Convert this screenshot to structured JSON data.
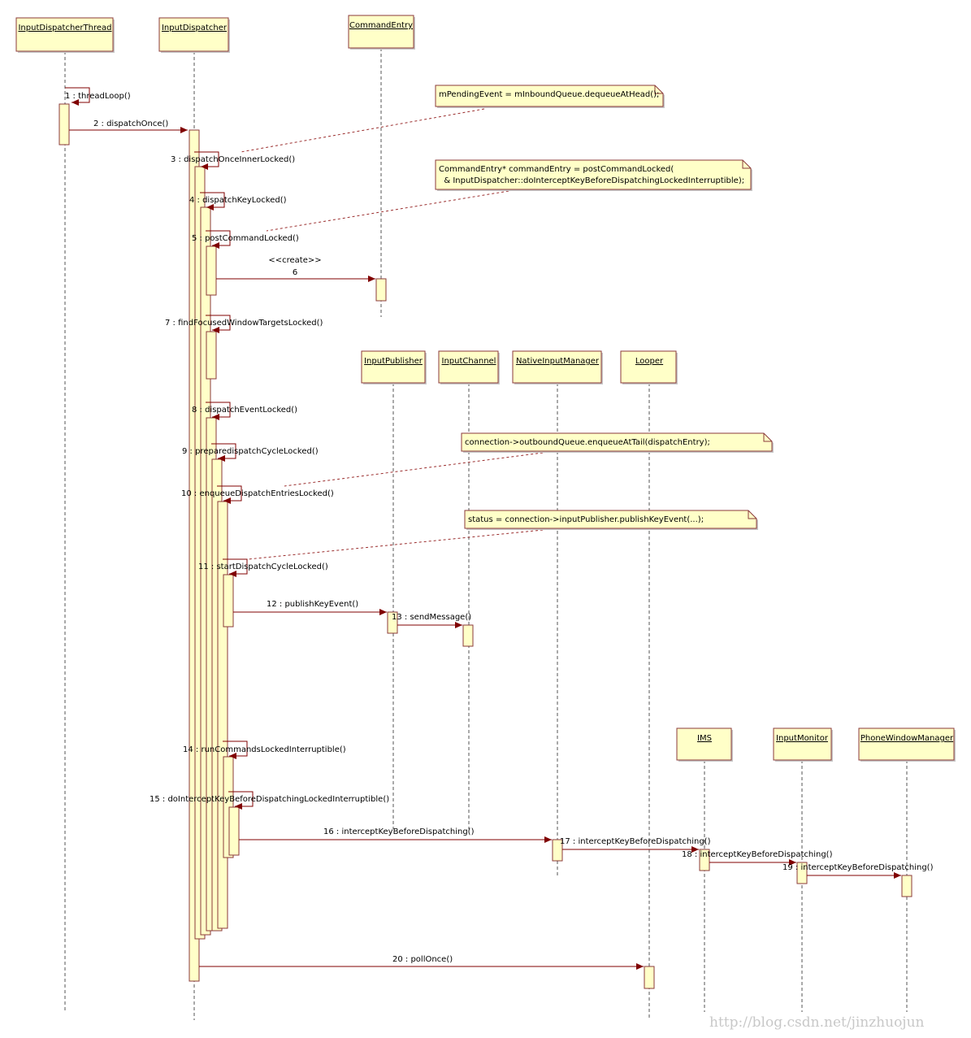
{
  "diagram": {
    "title": "",
    "colors": {
      "box_fill": "#ffffc8",
      "box_stroke": "#8b3a3a",
      "message": "#800000",
      "note_dash": "#9b2e2e",
      "lifeline": "#555555",
      "text": "#000000",
      "watermark": "#c8c8c8"
    },
    "participants": [
      {
        "id": "idt",
        "name": "InputDispatcherThread"
      },
      {
        "id": "id",
        "name": "InputDispatcher"
      },
      {
        "id": "ce",
        "name": "CommandEntry"
      },
      {
        "id": "ip",
        "name": "InputPublisher"
      },
      {
        "id": "ic",
        "name": "InputChannel"
      },
      {
        "id": "nim",
        "name": "NativeInputManager"
      },
      {
        "id": "lp",
        "name": "Looper"
      },
      {
        "id": "ims",
        "name": "IMS"
      },
      {
        "id": "im",
        "name": "InputMonitor"
      },
      {
        "id": "pwm",
        "name": "PhoneWindowManager"
      }
    ],
    "messages": [
      {
        "n": "1",
        "label": "1 : threadLoop()",
        "from": "idt",
        "to": "idt"
      },
      {
        "n": "2",
        "label": "2 : dispatchOnce()",
        "from": "idt",
        "to": "id"
      },
      {
        "n": "3",
        "label": "3 : dispatchOnceInnerLocked()",
        "from": "id",
        "to": "id"
      },
      {
        "n": "4",
        "label": "4 : dispatchKeyLocked()",
        "from": "id",
        "to": "id"
      },
      {
        "n": "5",
        "label": "5 : postCommandLocked()",
        "from": "id",
        "to": "id"
      },
      {
        "n": "6",
        "label": "6",
        "stereotype": "<<create>>",
        "from": "id",
        "to": "ce"
      },
      {
        "n": "7",
        "label": "7 : findFocusedWindowTargetsLocked()",
        "from": "id",
        "to": "id"
      },
      {
        "n": "8",
        "label": "8 : dispatchEventLocked()",
        "from": "id",
        "to": "id"
      },
      {
        "n": "9",
        "label": "9 : preparedispatchCycleLocked()",
        "from": "id",
        "to": "id"
      },
      {
        "n": "10",
        "label": "10 : enqueueDispatchEntriesLocked()",
        "from": "id",
        "to": "id"
      },
      {
        "n": "11",
        "label": "11 : startDispatchCycleLocked()",
        "from": "id",
        "to": "id"
      },
      {
        "n": "12",
        "label": "12 : publishKeyEvent()",
        "from": "id",
        "to": "ip"
      },
      {
        "n": "13",
        "label": "13 : sendMessage()",
        "from": "ip",
        "to": "ic"
      },
      {
        "n": "14",
        "label": "14 : runCommandsLockedInterruptible()",
        "from": "id",
        "to": "id"
      },
      {
        "n": "15",
        "label": "15 : doInterceptKeyBeforeDispatchingLockedInterruptible()",
        "from": "id",
        "to": "id"
      },
      {
        "n": "16",
        "label": "16 : interceptKeyBeforeDispatching()",
        "from": "id",
        "to": "nim"
      },
      {
        "n": "17",
        "label": "17 : interceptKeyBeforeDispatching()",
        "from": "nim",
        "to": "ims"
      },
      {
        "n": "18",
        "label": "18 : interceptKeyBeforeDispatching()",
        "from": "ims",
        "to": "im"
      },
      {
        "n": "19",
        "label": "19 : interceptKeyBeforeDispatching()",
        "from": "im",
        "to": "pwm"
      },
      {
        "n": "20",
        "label": "20 : pollOnce()",
        "from": "id",
        "to": "lp"
      }
    ],
    "notes": [
      {
        "id": "note1",
        "lines": [
          "mPendingEvent = mInboundQueue.dequeueAtHead();"
        ]
      },
      {
        "id": "note2",
        "lines": [
          "CommandEntry* commandEntry = postCommandLocked(",
          "  & InputDispatcher::doInterceptKeyBeforeDispatchingLockedInterruptible);"
        ]
      },
      {
        "id": "note3",
        "lines": [
          "connection->outboundQueue.enqueueAtTail(dispatchEntry);"
        ]
      },
      {
        "id": "note4",
        "lines": [
          "status = connection->inputPublisher.publishKeyEvent(...);"
        ]
      }
    ],
    "watermark": "http://blog.csdn.net/jinzhuojun"
  }
}
